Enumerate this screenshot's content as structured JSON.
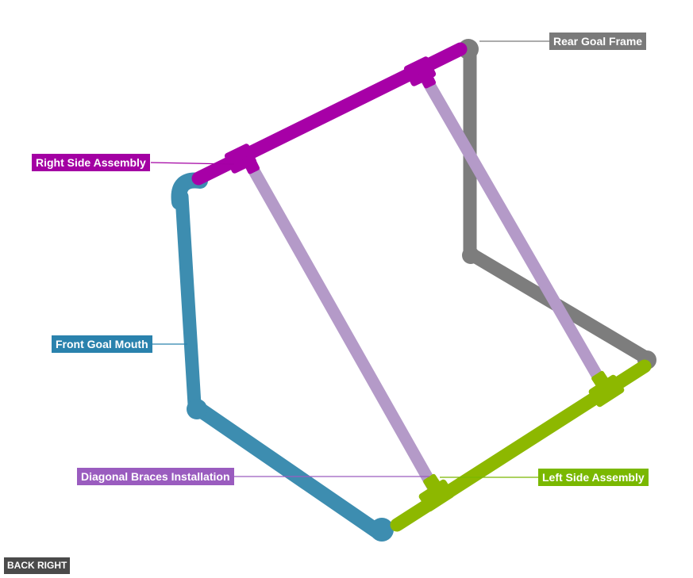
{
  "diagram": {
    "parts": [
      {
        "id": "rear",
        "label": "Rear Goal Frame",
        "color": "#7d7d7d",
        "label_color": "#7a7a7a"
      },
      {
        "id": "right",
        "label": "Right Side Assembly",
        "color": "#a700a7",
        "label_color": "#a300a3"
      },
      {
        "id": "front",
        "label": "Front Goal Mouth",
        "color": "#3d8db0",
        "label_color": "#2a82ad"
      },
      {
        "id": "braces",
        "label": "Diagonal Braces Installation",
        "color": "#b49ac8",
        "label_color": "#9a5cbf"
      },
      {
        "id": "left",
        "label": "Left Side Assembly",
        "color": "#8db800",
        "label_color": "#7ab800"
      }
    ]
  },
  "view_button": {
    "label": "BACK RIGHT",
    "color": "#4a4a4a"
  }
}
